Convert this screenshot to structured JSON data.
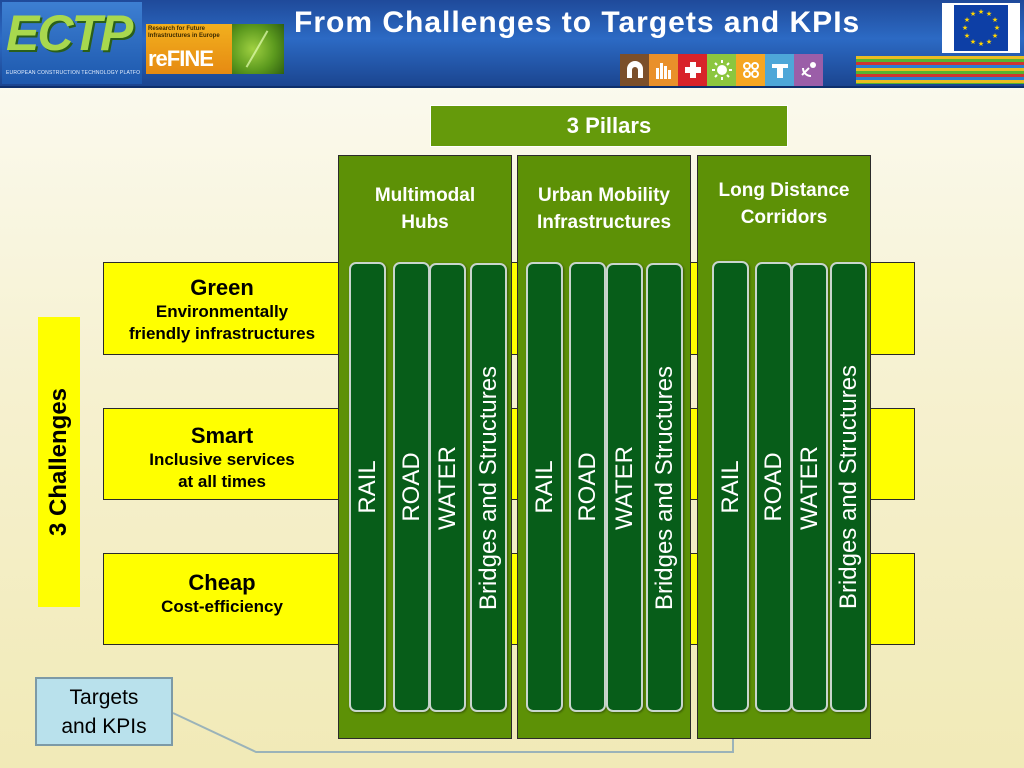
{
  "header": {
    "title": "From Challenges to Targets and KPIs",
    "logo_ectp": "ECTP",
    "logo_ectp_sub": "EUROPEAN CONSTRUCTION TECHNOLOGY PLATFORM",
    "logo_refine_small": "Research for Future Infrastructures in Europe",
    "logo_refine": "reFINE",
    "icon_names": [
      "tunnel-icon",
      "city-icon",
      "health-cross-icon",
      "sun-icon",
      "network-icon",
      "bridge-icon",
      "satellite-icon"
    ]
  },
  "pillars_title": "3 Pillars",
  "challenges_label": "3 Challenges",
  "challenges": [
    {
      "head": "Green",
      "sub": [
        "Environmentally",
        "friendly infrastructures"
      ]
    },
    {
      "head": "Smart",
      "sub": [
        "Inclusive services",
        "at all times"
      ]
    },
    {
      "head": "Cheap",
      "sub": [
        "Cost-efficiency"
      ]
    }
  ],
  "pillars": [
    {
      "title": [
        "Multimodal",
        "Hubs"
      ],
      "modes": [
        "RAIL",
        "ROAD",
        "WATER",
        "Bridges and Structures"
      ]
    },
    {
      "title": [
        "Urban Mobility",
        "Infrastructures"
      ],
      "modes": [
        "RAIL",
        "ROAD",
        "WATER",
        "Bridges and Structures"
      ]
    },
    {
      "title": [
        "Long Distance",
        "Corridors"
      ],
      "modes": [
        "RAIL",
        "ROAD",
        "WATER",
        "Bridges and Structures"
      ]
    }
  ],
  "targets": [
    "Targets",
    "and KPIs"
  ],
  "colors": {
    "header_blue": "#1f4a9a",
    "pillar_green": "#5d9106",
    "column_green": "#075d19",
    "challenge_yellow": "#ffff00",
    "targets_blue": "#b9e1ec"
  }
}
